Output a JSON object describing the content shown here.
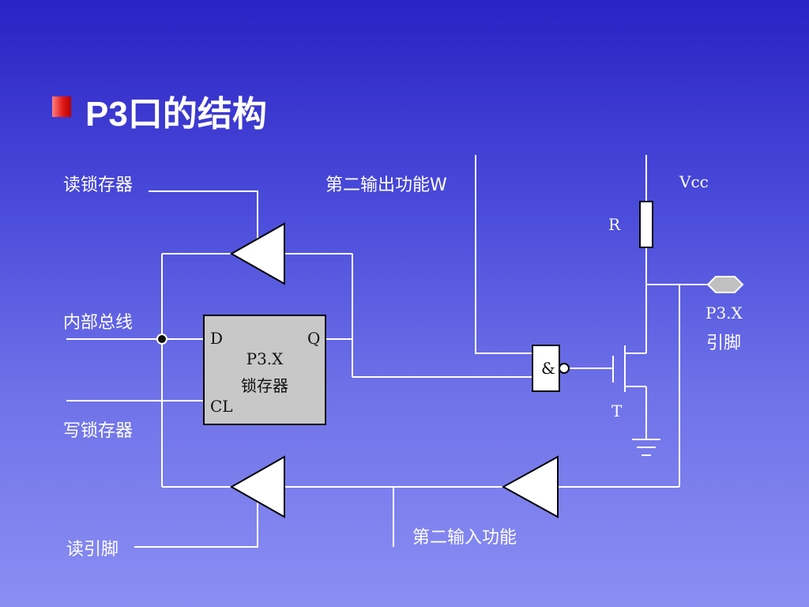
{
  "slide": {
    "title": "P3口的结构"
  },
  "labels": {
    "read_latch": "读锁存器",
    "internal_bus": "内部总线",
    "write_latch": "写锁存器",
    "read_pin": "读引脚",
    "second_output": "第二输出功能W",
    "second_input": "第二输入功能",
    "vcc": "Vcc",
    "resistor": "R",
    "transistor": "T",
    "pin_name": "P3.X",
    "pin_suffix": "引脚"
  },
  "latch": {
    "d": "D",
    "q": "Q",
    "cl": "CL",
    "name1": "P3.X",
    "name2": "锁存器"
  },
  "gate": {
    "symbol": "&"
  },
  "colors": {
    "wire": "#ffffff",
    "latch_fill": "#c8c8c8",
    "bullet": "#d81010",
    "pin_fill": "#c0c0c0"
  }
}
